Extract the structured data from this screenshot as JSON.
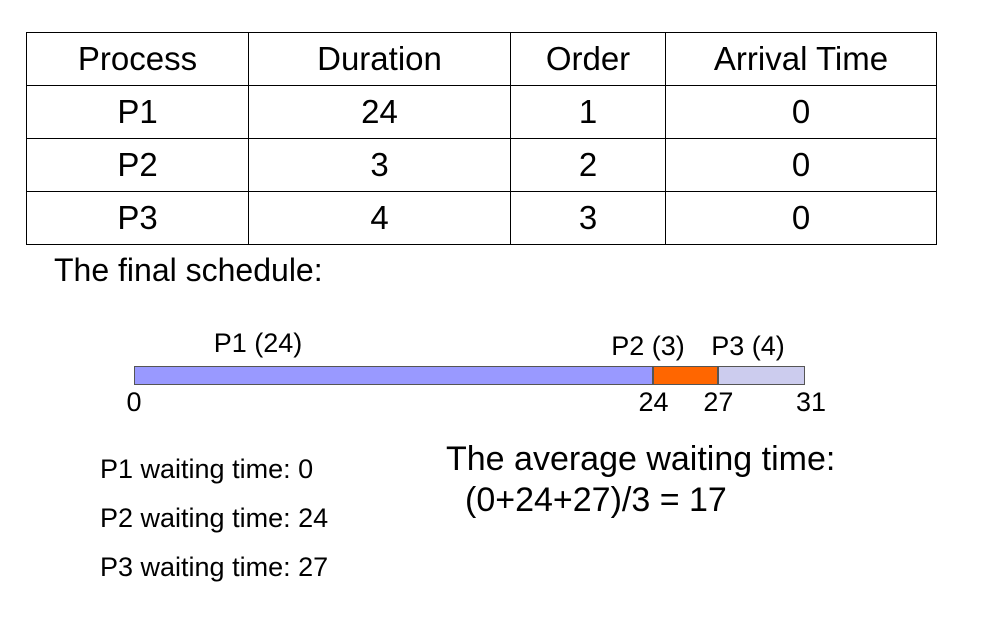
{
  "table": {
    "headers": [
      "Process",
      "Duration",
      "Order",
      "Arrival Time"
    ],
    "rows": [
      [
        "P1",
        "24",
        "1",
        "0"
      ],
      [
        "P2",
        "3",
        "2",
        "0"
      ],
      [
        "P3",
        "4",
        "3",
        "0"
      ]
    ]
  },
  "schedule": {
    "heading": "The final schedule:",
    "total_time": 31,
    "segments": [
      {
        "label": "P1 (24)",
        "start": 0,
        "end": 24,
        "color": "#9999ff"
      },
      {
        "label": "P2 (3)",
        "start": 24,
        "end": 27,
        "color": "#ff6600"
      },
      {
        "label": "P3 (4)",
        "start": 27,
        "end": 31,
        "color": "#ccccee"
      }
    ],
    "ticks": [
      "0",
      "24",
      "27",
      "31"
    ]
  },
  "waiting_times": [
    "P1 waiting time: 0",
    "P2 waiting time: 24",
    "P3 waiting time: 27"
  ],
  "average": {
    "heading": "The average waiting time:",
    "formula": "(0+24+27)/3 = 17"
  }
}
